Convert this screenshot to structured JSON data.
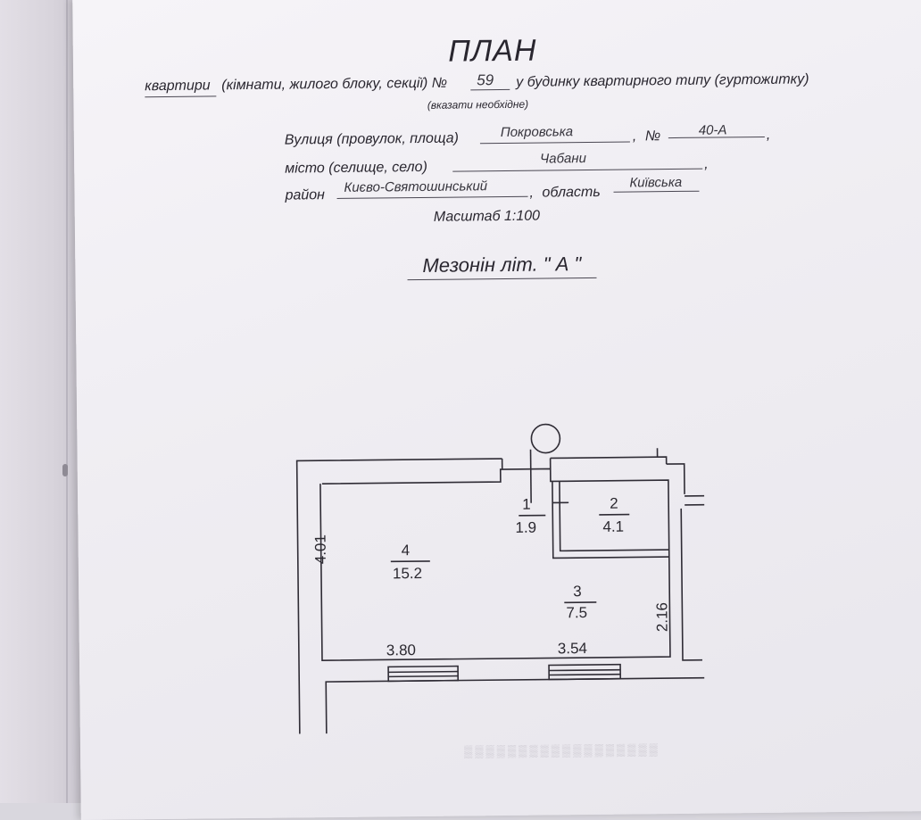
{
  "header": {
    "title": "ПЛАН",
    "line1_prefix": "квартири",
    "line1_middle": "(кімнати, жилого блоку, секції) №",
    "apartment_no": "59",
    "line1_suffix": "у будинку квартирного типу (гуртожитку)",
    "hint": "(вказати необхідне)"
  },
  "address": {
    "street_label": "Вулиця (провулок, площа)",
    "street_value": "Покровська",
    "number_label": "№",
    "number_value": "40-А",
    "city_label": "місто (селище, село)",
    "city_value": "Чабани",
    "district_label": "район",
    "district_value": "Києво-Святошинський",
    "region_label": "область",
    "region_value": "Київська",
    "scale": "Масштаб  1:100"
  },
  "floor": {
    "title": "Мезонін  літ.  \" А \""
  },
  "plan": {
    "rooms": [
      {
        "no": "1",
        "area": "1.9"
      },
      {
        "no": "2",
        "area": "4.1"
      },
      {
        "no": "3",
        "area": "7.5"
      },
      {
        "no": "4",
        "area": "15.2"
      }
    ],
    "dimensions": {
      "left": "4.01",
      "right": "2.16",
      "bottom_left": "3.80",
      "bottom_right": "3.54"
    }
  },
  "comma": ",",
  "colors": {
    "paper": "#f2f0f5",
    "ink": "#29262f"
  }
}
